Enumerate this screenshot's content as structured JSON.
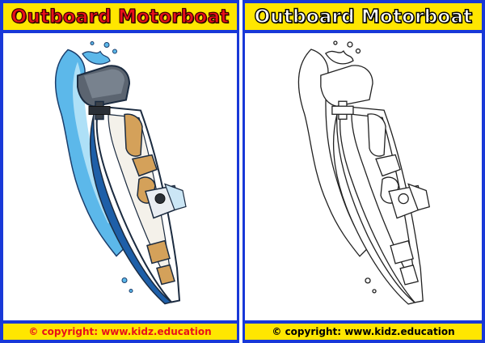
{
  "cards": [
    {
      "title": "Outboard Motorboat",
      "copyright": "© copyright: www.kidz.education",
      "style": "colored"
    },
    {
      "title": "Outboard Motorboat",
      "copyright": "© copyright: www.kidz.education",
      "style": "outline"
    }
  ],
  "colors": {
    "frame_blue": "#1838d8",
    "banner_yellow": "#ffe600",
    "title_red": "#e8101a",
    "hull_blue": "#1e5fa8",
    "water_blue": "#5cb8ea",
    "seat_tan": "#d4a15a",
    "motor_gray": "#5b6470"
  }
}
